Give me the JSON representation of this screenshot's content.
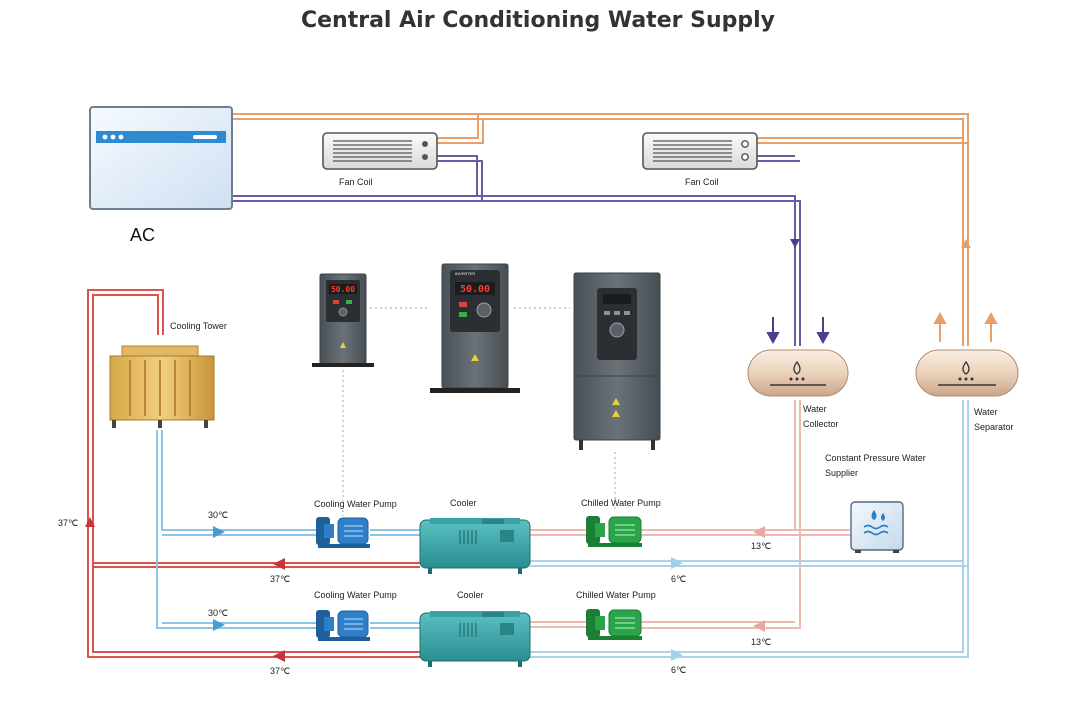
{
  "title": "Central Air Conditioning Water Supply",
  "labels": {
    "ac": "AC",
    "fan_coil_1": "Fan Coil",
    "fan_coil_2": "Fan Coil",
    "cooling_tower": "Cooling Tower",
    "water_collector_line1": "Water",
    "water_collector_line2": "Collector",
    "water_separator_line1": "Water",
    "water_separator_line2": "Separator",
    "constant_pressure_line1": "Constant Pressure Water",
    "constant_pressure_line2": "Supplier",
    "cooling_pump_1": "Cooling Water Pump",
    "cooling_pump_2": "Cooling Water Pump",
    "cooler_1": "Cooler",
    "cooler_2": "Cooler",
    "chilled_pump_1": "Chilled Water Pump",
    "chilled_pump_2": "Chilled Water Pump"
  },
  "temperatures": {
    "tower_return": "37℃",
    "cooling_in_1": "30℃",
    "cooling_out_1": "37℃",
    "chilled_return_1": "13℃",
    "chilled_supply_1": "6℃",
    "cooling_in_2": "30℃",
    "cooling_out_2": "37℃",
    "chilled_return_2": "13℃",
    "chilled_supply_2": "6℃"
  },
  "inverters": {
    "small_display": "50.00",
    "medium_display": "50.00"
  },
  "colors": {
    "supply_orange": "#e8a06b",
    "return_purple": "#6b5aa6",
    "hot_red": "#d9534f",
    "cool_blue": "#8cc4e8",
    "chilled_return_pink": "#eeb9b0",
    "chilled_supply_blue": "#a9d3ea"
  }
}
